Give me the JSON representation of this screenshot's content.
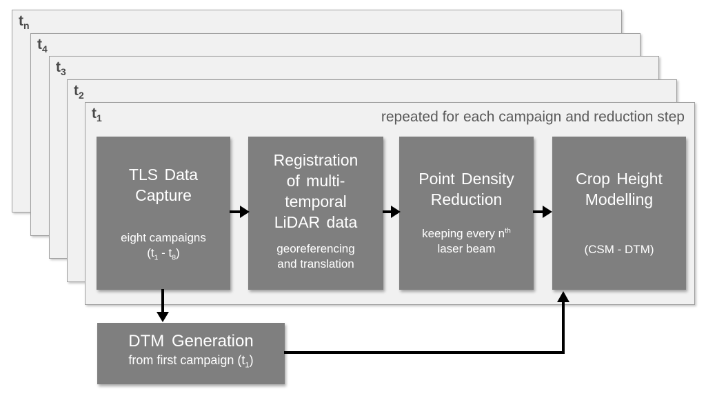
{
  "diagram": {
    "layers": [
      {
        "base": "t",
        "sub": "n"
      },
      {
        "base": "t",
        "sub": "4"
      },
      {
        "base": "t",
        "sub": "3"
      },
      {
        "base": "t",
        "sub": "2"
      },
      {
        "base": "t",
        "sub": "1"
      }
    ],
    "annotation": "repeated for each campaign and reduction step",
    "boxes": {
      "tls": {
        "title_lines": [
          "TLS Data",
          "Capture"
        ],
        "subtitle_line1": "eight campaigns",
        "range": {
          "p1": "(t",
          "s1": "1",
          "p2": " - t",
          "s2": "8",
          "p3": ")"
        }
      },
      "registration": {
        "title_lines": [
          "Registration",
          "of multi-",
          "temporal",
          "LiDAR data"
        ],
        "subtitle_lines": [
          "georeferencing",
          "and translation"
        ]
      },
      "reduction": {
        "title_lines": [
          "Point Density",
          "Reduction"
        ],
        "subtitle1": {
          "p1": "keeping every n",
          "sup": "th"
        },
        "subtitle_line2": "laser beam"
      },
      "modelling": {
        "title_lines": [
          "Crop Height",
          "Modelling"
        ],
        "subtitle": "(CSM - DTM)"
      },
      "dtm": {
        "title": "DTM Generation",
        "subtitle": {
          "p1": "from first campaign (t",
          "s1": "1",
          "p2": ")"
        }
      }
    },
    "colors": {
      "process_box_fill": "#7f7f7f",
      "layer_panel_fill": "#f1f1f1",
      "layer_panel_border": "#9e9e9e",
      "box_text": "#ffffff",
      "muted_text": "#5a5a5a",
      "arrow": "#000000"
    }
  }
}
